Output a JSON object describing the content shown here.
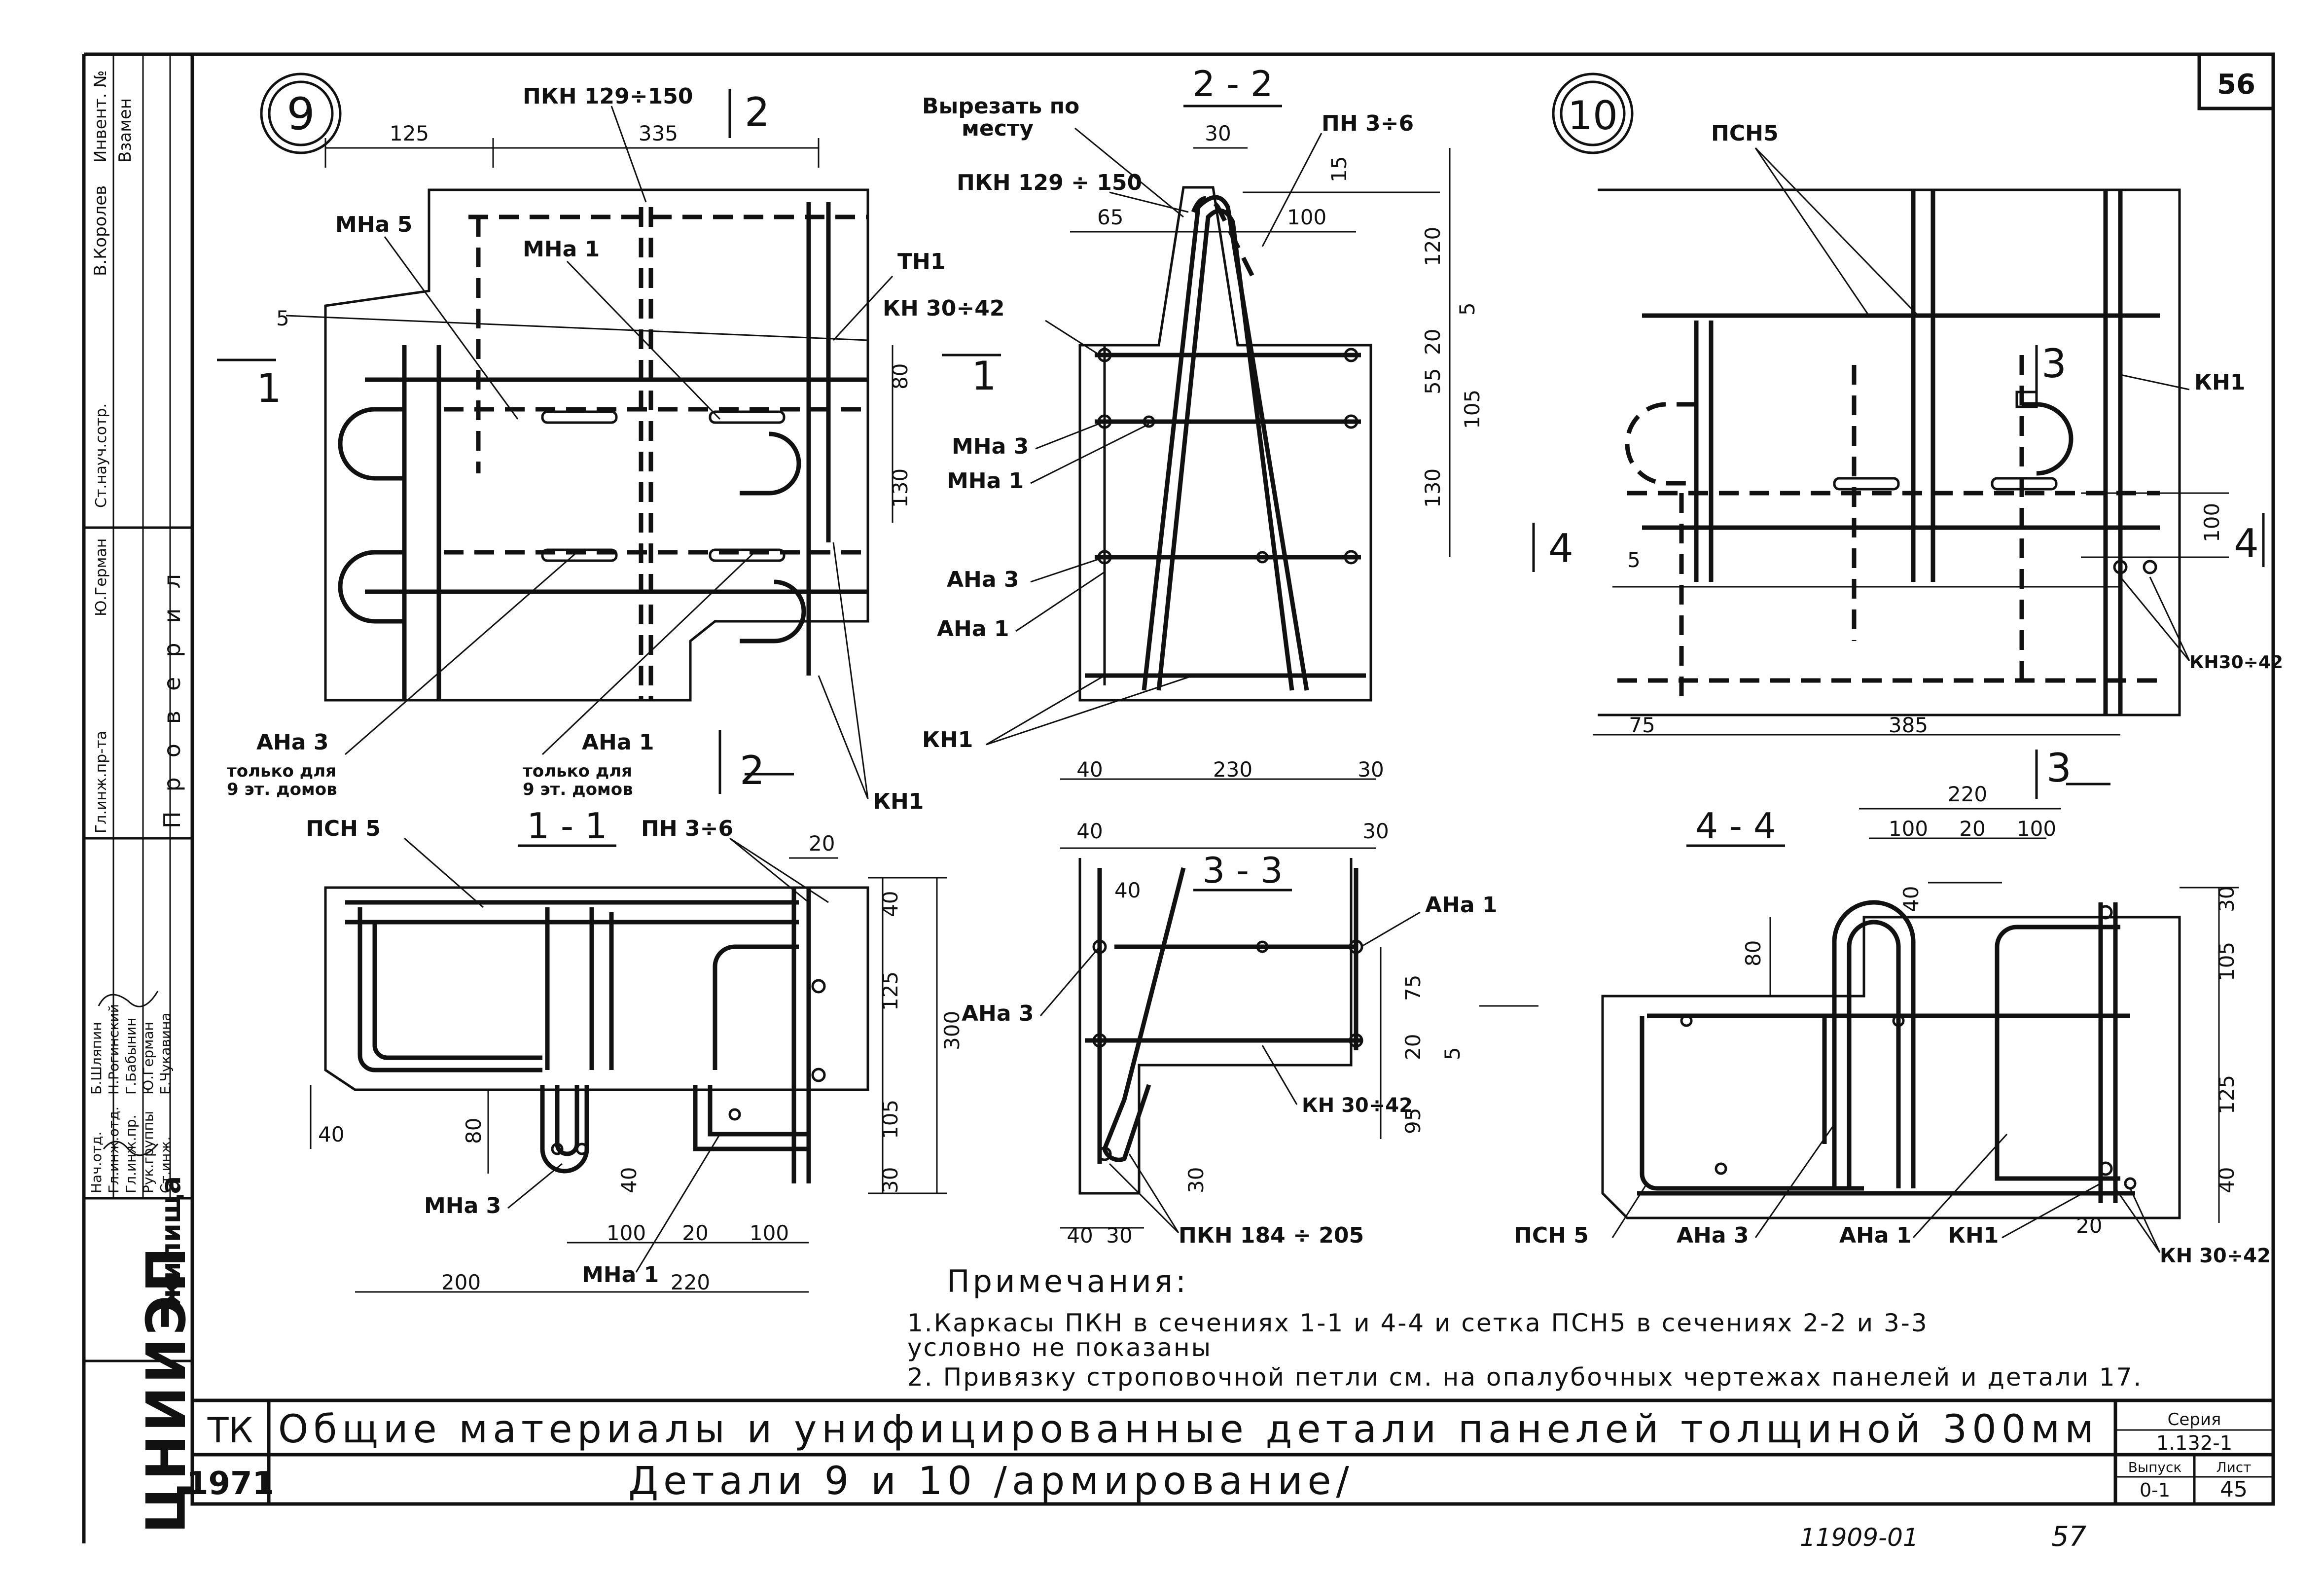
{
  "sheet": {
    "number_top": "56",
    "tk": "ТК",
    "year": "1971",
    "main_title": "Общие материалы и унифицированные детали панелей толщиной 300мм",
    "sub_title": "Детали 9 и 10 /армирование/",
    "series_label": "Серия",
    "series_value": "1.132-1",
    "issue_label": "Выпуск",
    "issue_value": "0-1",
    "sheet_label": "Лист",
    "sheet_value": "45",
    "bottom_code": "11909-01",
    "bottom_page": "57",
    "org_name": "ЦНИИЭП",
    "org_sub": "жилища"
  },
  "notes": {
    "heading": "Примечания:",
    "line1": "1.Каркасы ПКН в сечениях 1-1 и 4-4 и сетка ПСН5 в сечениях 2-2 и 3-3",
    "line2": "условно не показаны",
    "line3": "2. Привязку строповочной петли см. на опалубочных чертежах панелей и детали 17."
  },
  "stamp": {
    "inv_label": "Инвент. №",
    "vzamen_label": "Взамен",
    "korolev": "В.Королев",
    "st_nauch": "Ст.науч.сотр.",
    "proveril": "Проверил",
    "german1": "Ю.Герман",
    "gl_inzh_pr": "Гл.инж.пр-та",
    "nach_otd": "Нач.отд.",
    "gl_inzh_otd": "Гл.инж.отд.",
    "gl_inzh_pr2": "Гл.инж.пр.",
    "ruk_gruppy": "Рук.группы",
    "st_inzh": "Ст.инж.",
    "shlyapin": "Б.Шляпин",
    "roginsky": "Н.Рогинский",
    "babynin": "Г.Бабынин",
    "german2": "Ю.Герман",
    "chukavina": "Е.Чукавина"
  },
  "detail9": {
    "num": "9",
    "pkn": "ПКН 129÷150",
    "dim_125": "125",
    "dim_335": "335",
    "sec2": "2",
    "mna5": "МНа 5",
    "mna1": "МНа 1",
    "tn1": "ТН1",
    "dim_5": "5",
    "sec1": "1",
    "dim_80": "80",
    "dim_130": "130",
    "ana3": "АНа 3",
    "ana3_note1": "только для",
    "ana3_note2": "9 эт. домов",
    "ana1": "АНа 1",
    "ana1_note1": "только для",
    "ana1_note2": "9 эт. домов",
    "kn1": "КН1"
  },
  "section22": {
    "title": "2 - 2",
    "cut_note1": "Вырезать по",
    "cut_note2": "месту",
    "pn": "ПН 3÷6",
    "pkn": "ПКН 129 ÷ 150",
    "dim_30": "30",
    "dim_15": "15",
    "dim_65": "65",
    "dim_100": "100",
    "dim_120": "120",
    "dim_5": "5",
    "kn30": "КН 30÷42",
    "dim_20": "20",
    "dim_55": "55",
    "dim_105": "105",
    "dim_130": "130",
    "mna3": "МНа 3",
    "mna1": "МНа 1",
    "ana3": "АНа 3",
    "ana1": "АНа 1",
    "kn1": "КН1",
    "dim_40": "40",
    "dim_230": "230",
    "dim_30b": "30"
  },
  "detail10": {
    "num": "10",
    "psn5": "ПСН5",
    "sec3": "3",
    "kn1": "КН1",
    "sec4": "4",
    "dim_5": "5",
    "dim_100": "100",
    "kn30": "КН30÷42",
    "dim_75": "75",
    "dim_385": "385"
  },
  "section11": {
    "title": "1 - 1",
    "psn5": "ПСН 5",
    "pn": "ПН 3÷6",
    "dim_20": "20",
    "dim_40": "40",
    "dim_125": "125",
    "dim_300": "300",
    "dim_105": "105",
    "dim_30": "30",
    "dim_40b": "40",
    "dim_80": "80",
    "dim_40c": "40",
    "mna3": "МНа 3",
    "dim_100a": "100",
    "dim_20b": "20",
    "dim_100b": "100",
    "mna1": "МНа 1",
    "dim_200": "200",
    "dim_220": "220"
  },
  "section33": {
    "title": "3 - 3",
    "dim_40": "40",
    "dim_30": "30",
    "dim_40b": "40",
    "ana1": "АНа 1",
    "ana3": "АНа 3",
    "dim_75": "75",
    "dim_20": "20",
    "dim_5": "5",
    "kn30": "КН 30÷42",
    "dim_95": "95",
    "dim_30b": "30",
    "dim_40c": "40",
    "dim_30c": "30",
    "pkn": "ПКН 184 ÷ 205"
  },
  "section44": {
    "title": "4 - 4",
    "dim_220": "220",
    "dim_100a": "100",
    "dim_20": "20",
    "dim_100b": "100",
    "dim_40": "40",
    "dim_30": "30",
    "dim_80": "80",
    "dim_105": "105",
    "dim_125": "125",
    "dim_40b": "40",
    "dim_20b": "20",
    "psn5": "ПСН 5",
    "ana3": "АНа 3",
    "ana1": "АНа 1",
    "kn1": "КН1",
    "kn30": "КН 30÷42"
  }
}
